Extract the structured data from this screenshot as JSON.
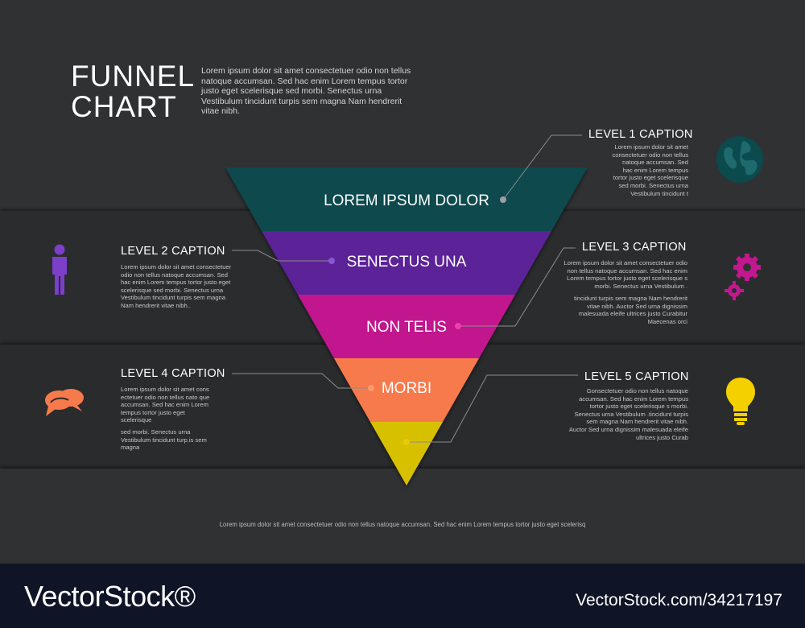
{
  "header": {
    "title_line1": "FUNNEL",
    "title_line2": "CHART",
    "intro": "Lorem ipsum dolor sit amet consectetuer odio non tellus natoque accumsan. Sed hac enim Lorem tempus tortor justo eget scelerisque sed morbi. Senectus urna Vestibulum tincidunt turpis sem magna Nam hendrerit vitae nibh."
  },
  "funnel": {
    "levels": [
      {
        "label": "LOREM IPSUM DOLOR",
        "color": "#0b4a4d"
      },
      {
        "label": "SENECTUS UNA",
        "color": "#5b2397"
      },
      {
        "label": "NON TELIS",
        "color": "#c2178f"
      },
      {
        "label": "MORBI",
        "color": "#f77a4d"
      },
      {
        "label": "",
        "color": "#d6c000"
      }
    ]
  },
  "captions": {
    "level1": {
      "title": "LEVEL 1 CAPTION",
      "text": "Lorem ipsum dolor sit amet consectetuer odio non tellus natoque accumsan. Sed hac enim Lorem tempus tortor justo eget scelerisque sed morbi. Senectus urna Vestibulum tincidunt t"
    },
    "level2": {
      "title": "LEVEL 2 CAPTION",
      "text": "Lorem ipsum dolor sit amet consectetuer odio non tellus natoque accumsan. Sed hac enim Lorem tempus tortor justo eget scelerisque sed morbi. Senectus urna Vestibulum tincidunt turpis sem magna Nam hendrerit vitae nibh.."
    },
    "level3": {
      "title": "LEVEL 3 CAPTION",
      "text1": "Lorem ipsum dolor sit amet consectetuer odio non tellus natoque accumsan. Sed hac enim Lorem tempus tortor justo eget scelerisque s morbi. Senectus urna Vestibulum .",
      "text2": "tincidunt turpis sem magna Nam hendrerit vitae nibh. Auctor Sed urna dignissim malesuada eleife ultrices justo Curabitur Maecenas orci"
    },
    "level4": {
      "title": "LEVEL 4 CAPTION",
      "text1": "Lorem ipsum dolor sit amet cons ectetuer odio non tellus nato que accumsan. Sed hac enim Lorem tempus tortor justo eget scelerisque",
      "text2": "sed morbi. Senectus urna Vestibulum tincidunt turp.is sem magna"
    },
    "level5": {
      "title": "LEVEL 5 CAPTION",
      "text": "Gonsectetuer odio non tellus natoque accumsan. Sed hac enim Lorem tempus tortor justo eget scelerisque s morbi. Senectus urna Vestibulum .tincidunt turpis sem magna Nam hendrerit vitae nibh. Auctor Sed urna dignissim malesuada eleife ultrices justo Curab"
    }
  },
  "icons": {
    "level1": {
      "name": "globe-icon",
      "color": "#0b4a4d"
    },
    "level2": {
      "name": "person-icon",
      "color": "#7b3fc8"
    },
    "level3": {
      "name": "gears-icon",
      "color": "#c2178f"
    },
    "level4": {
      "name": "speech-bubbles-icon",
      "color": "#f77a4d"
    },
    "level5": {
      "name": "lightbulb-icon",
      "color": "#f5d000"
    }
  },
  "footer": {
    "note": "Lorem ipsum dolor sit amet consectetuer odio non tellus natoque accumsan. Sed hac enim Lorem tempus tortor justo eget scelerisq"
  },
  "watermark": {
    "brand": "VectorStock®",
    "id": "VectorStock.com/34217197"
  }
}
